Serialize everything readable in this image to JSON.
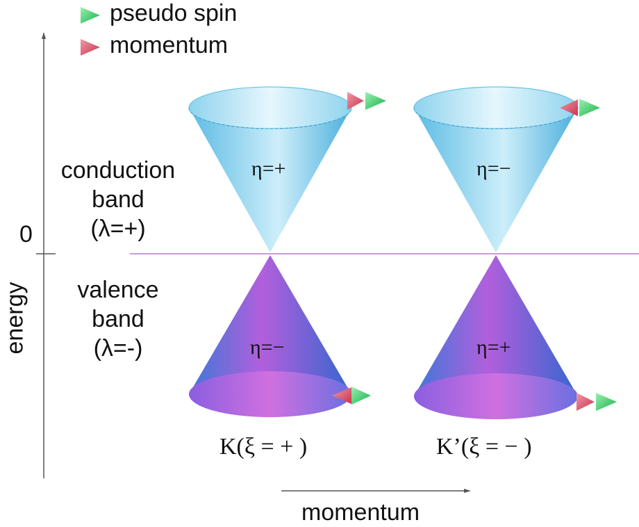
{
  "legend": {
    "pseudo_spin": "pseudo spin",
    "momentum": "momentum",
    "pseudo_spin_color": "#34c759",
    "momentum_color": "#d6455f"
  },
  "axes": {
    "y_label": "energy",
    "x_label": "momentum",
    "zero_label": "0"
  },
  "bands": {
    "conduction_line1": "conduction",
    "conduction_line2": "band",
    "conduction_line3": "(λ=+)",
    "valence_line1": "valence",
    "valence_line2": "band",
    "valence_line3": "(λ=-)"
  },
  "cones": {
    "k_upper": "η=+",
    "k_lower": "η=−",
    "kprime_upper": "η=−",
    "kprime_lower": "η=+"
  },
  "valleys": {
    "k": "K(ξ = + )",
    "kprime": "K’(ξ = − )"
  },
  "colors": {
    "conduction_light": "#d9f2fb",
    "conduction_dark": "#4fb3de",
    "valence_light": "#c46adf",
    "valence_dark": "#3f6fd6",
    "fermi_line": "#c99ad6"
  }
}
